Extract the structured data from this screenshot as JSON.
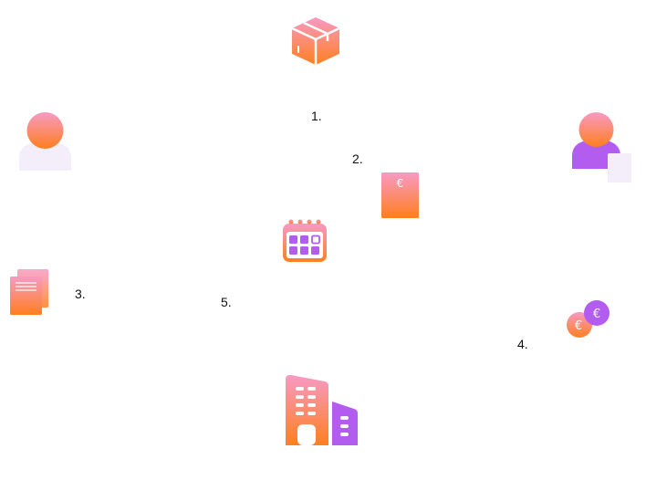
{
  "steps": {
    "one": "1.",
    "two": "2.",
    "three": "3.",
    "four": "4.",
    "five": "5."
  },
  "symbols": {
    "currency": "€"
  },
  "colors": {
    "gradient_top": "#f79ac4",
    "gradient_bottom": "#ff7f1f",
    "purple": "#b25cf0",
    "lavender": "#f4eefb"
  },
  "icons": [
    "package-box-icon",
    "person-icon",
    "person-with-document-icon",
    "invoice-icon",
    "calendar-icon",
    "documents-icon",
    "coins-icon",
    "office-building-icon"
  ]
}
